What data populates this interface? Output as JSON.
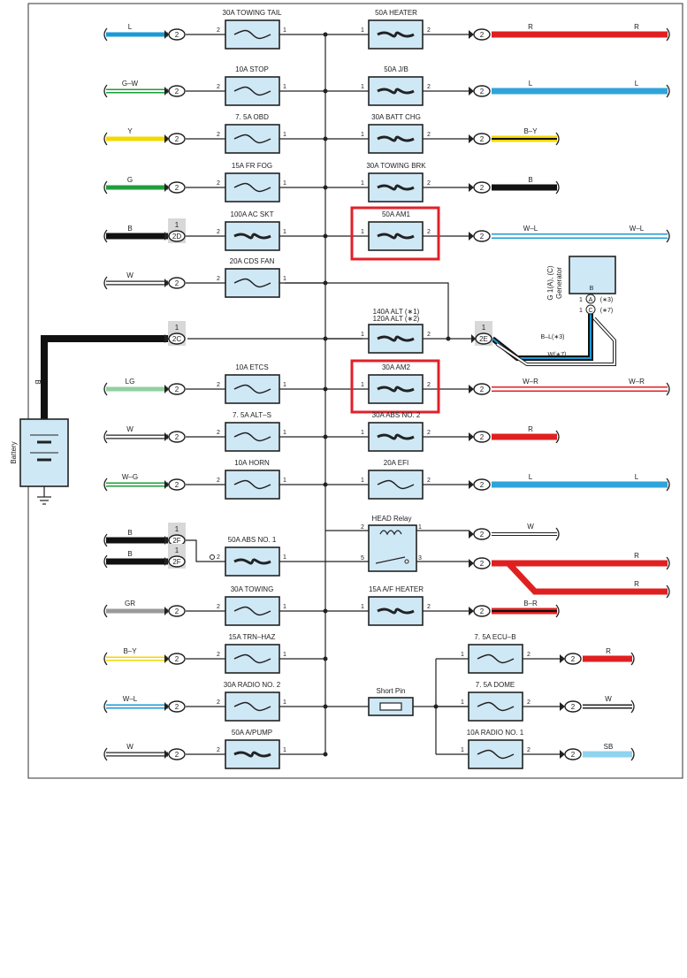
{
  "left_rows": [
    {
      "fuse": "30A TOWING TAIL",
      "wire": "L",
      "color": "#1a9ad6",
      "heavy": false,
      "pin_left": "2",
      "pin_right": "1",
      "conn": "2"
    },
    {
      "fuse": "10A STOP",
      "wire": "G–W",
      "color": "#1f9e3a",
      "heavy": false,
      "pin_left": "2",
      "pin_right": "1",
      "conn": "2"
    },
    {
      "fuse": "7. 5A OBD",
      "wire": "Y",
      "color": "#f5d800",
      "heavy": false,
      "pin_left": "2",
      "pin_right": "1",
      "conn": "2"
    },
    {
      "fuse": "15A FR FOG",
      "wire": "G",
      "color": "#1f9e3a",
      "heavy": false,
      "pin_left": "2",
      "pin_right": "1",
      "conn": "2"
    },
    {
      "fuse": "100A AC SKT",
      "wire": "B",
      "color": "#111111",
      "heavy": true,
      "pin_left": "2",
      "pin_right": "1",
      "conn": "2D",
      "conn_top": "1"
    },
    {
      "fuse": "20A CDS FAN",
      "wire": "W",
      "color": "#ffffff",
      "heavy": false,
      "pin_left": "2",
      "pin_right": "1",
      "conn": "2"
    },
    {
      "fuse": "",
      "wire": "",
      "color": "#111111",
      "heavy": false,
      "pin_left": "",
      "pin_right": "",
      "conn": "2C",
      "conn_top": "1"
    },
    {
      "fuse": "10A ETCS",
      "wire": "LG",
      "color": "#8fd1a0",
      "heavy": false,
      "pin_left": "2",
      "pin_right": "1",
      "conn": "2"
    },
    {
      "fuse": "7. 5A ALT–S",
      "wire": "W",
      "color": "#ffffff",
      "heavy": false,
      "pin_left": "2",
      "pin_right": "1",
      "conn": "2"
    },
    {
      "fuse": "10A HORN",
      "wire": "W–G",
      "color": "#1f9e3a",
      "heavy": false,
      "pin_left": "2",
      "pin_right": "1",
      "conn": "2"
    },
    {
      "fuse": "50A ABS NO. 1",
      "wire": "B",
      "color": "#111111",
      "heavy": true,
      "pin_left": "2",
      "pin_right": "1",
      "conn": "2F",
      "conn_top": "1"
    },
    {
      "fuse": "30A TOWING",
      "wire": "GR",
      "color": "#9a9a9a",
      "heavy": false,
      "pin_left": "2",
      "pin_right": "1",
      "conn": "2"
    },
    {
      "fuse": "15A TRN–HAZ",
      "wire": "B–Y",
      "color": "#f5d800",
      "heavy": false,
      "pin_left": "2",
      "pin_right": "1",
      "conn": "2"
    },
    {
      "fuse": "30A RADIO NO. 2",
      "wire": "W–L",
      "color": "#1a9ad6",
      "heavy": false,
      "pin_left": "2",
      "pin_right": "1",
      "conn": "2"
    },
    {
      "fuse": "50A A/PUMP",
      "wire": "W",
      "color": "#ffffff",
      "heavy": true,
      "pin_left": "2",
      "pin_right": "1",
      "conn": "2"
    }
  ],
  "extra_left_wire": {
    "wire": "B",
    "conn": "2F",
    "conn_top": "1"
  },
  "right_rows": [
    {
      "fuse": "50A HEATER",
      "wire_left": "R",
      "wire_right": "R",
      "color": "#e02020",
      "heavy": true,
      "long": true
    },
    {
      "fuse": "50A J/B",
      "wire_left": "L",
      "wire_right": "L",
      "color": "#2fa4dc",
      "heavy": true,
      "long": true
    },
    {
      "fuse": "30A BATT CHG",
      "wire_left": "B–Y",
      "wire_right": "",
      "color": "#f5d800",
      "heavy": true,
      "long": false
    },
    {
      "fuse": "30A TOWING BRK",
      "wire_left": "B",
      "wire_right": "",
      "color": "#111111",
      "heavy": true,
      "long": false
    },
    {
      "fuse": "50A AM1",
      "wire_left": "W–L",
      "wire_right": "W–L",
      "color": "#1a9ad6",
      "heavy": true,
      "long": true,
      "highlight": true
    },
    {
      "fuse": "30A AM2",
      "wire_left": "W–R",
      "wire_right": "W–R",
      "color": "#e02020",
      "heavy": true,
      "long": true,
      "highlight": true
    },
    {
      "fuse": "30A ABS NO. 2",
      "wire_left": "R",
      "wire_right": "",
      "color": "#e02020",
      "heavy": true,
      "long": false
    },
    {
      "fuse": "20A EFI",
      "wire_left": "L",
      "wire_right": "L",
      "color": "#2fa4dc",
      "heavy": false,
      "long": true
    },
    {
      "fuse": "15A A/F HEATER",
      "wire_left": "B–R",
      "wire_right": "",
      "color": "#e02020",
      "heavy": true,
      "long": false
    }
  ],
  "alt_fuse": {
    "line1": "140A ALT (∗1)",
    "line2": "120A ALT (∗2)",
    "conn": "2E",
    "conn_top": "1"
  },
  "relay": {
    "label": "HEAD Relay",
    "pin2": "2",
    "pin1": "1",
    "pin5": "5",
    "pin3": "3",
    "out_top_wire": "W",
    "out_r1": "R",
    "out_r2": "R"
  },
  "short_pin": {
    "label": "Short Pin"
  },
  "small_fuses": [
    {
      "fuse": "7. 5A ECU–B",
      "wire": "R",
      "color": "#e02020"
    },
    {
      "fuse": "7. 5A DOME",
      "wire": "W",
      "color": "#ffffff"
    },
    {
      "fuse": "10A RADIO NO. 1",
      "wire": "SB",
      "color": "#8fd3f0"
    }
  ],
  "generator": {
    "label_code": "G 1(A), (C)",
    "label_name": "Generator",
    "wire_b": "B",
    "pin_a": "A",
    "pin_c": "C",
    "note_a": "(∗3)",
    "note_c": "(∗7)",
    "pin_a_num": "1",
    "pin_c_num": "1",
    "wire1": "B–L(∗3)",
    "wire2": "W(∗7)"
  },
  "battery": {
    "label": "Battery",
    "wire": "B"
  },
  "pins": {
    "one": "1",
    "two": "2"
  }
}
